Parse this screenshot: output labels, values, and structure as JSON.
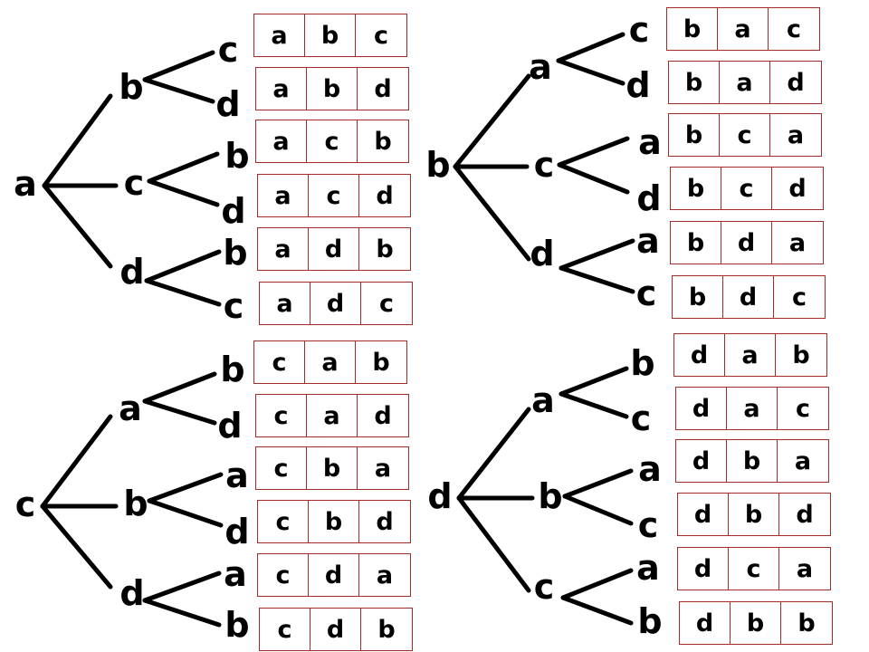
{
  "trees": [
    {
      "root": "a",
      "branches": [
        {
          "label": "b",
          "leaves": [
            "c",
            "d"
          ]
        },
        {
          "label": "c",
          "leaves": [
            "b",
            "d"
          ]
        },
        {
          "label": "d",
          "leaves": [
            "b",
            "c"
          ]
        }
      ],
      "outcomes": [
        [
          "a",
          "b",
          "c"
        ],
        [
          "a",
          "b",
          "d"
        ],
        [
          "a",
          "c",
          "b"
        ],
        [
          "a",
          "c",
          "d"
        ],
        [
          "a",
          "d",
          "b"
        ],
        [
          "a",
          "d",
          "c"
        ]
      ]
    },
    {
      "root": "b",
      "branches": [
        {
          "label": "a",
          "leaves": [
            "c",
            "d"
          ]
        },
        {
          "label": "c",
          "leaves": [
            "a",
            "d"
          ]
        },
        {
          "label": "d",
          "leaves": [
            "a",
            "c"
          ]
        }
      ],
      "outcomes": [
        [
          "b",
          "a",
          "c"
        ],
        [
          "b",
          "a",
          "d"
        ],
        [
          "b",
          "c",
          "a"
        ],
        [
          "b",
          "c",
          "d"
        ],
        [
          "b",
          "d",
          "a"
        ],
        [
          "b",
          "d",
          "c"
        ]
      ]
    },
    {
      "root": "c",
      "branches": [
        {
          "label": "a",
          "leaves": [
            "b",
            "d"
          ]
        },
        {
          "label": "b",
          "leaves": [
            "a",
            "d"
          ]
        },
        {
          "label": "d",
          "leaves": [
            "a",
            "b"
          ]
        }
      ],
      "outcomes": [
        [
          "c",
          "a",
          "b"
        ],
        [
          "c",
          "a",
          "d"
        ],
        [
          "c",
          "b",
          "a"
        ],
        [
          "c",
          "b",
          "d"
        ],
        [
          "c",
          "d",
          "a"
        ],
        [
          "c",
          "d",
          "b"
        ]
      ]
    },
    {
      "root": "d",
      "branches": [
        {
          "label": "a",
          "leaves": [
            "b",
            "c"
          ]
        },
        {
          "label": "b",
          "leaves": [
            "a",
            "c"
          ]
        },
        {
          "label": "c",
          "leaves": [
            "a",
            "b"
          ]
        }
      ],
      "outcomes": [
        [
          "d",
          "a",
          "b"
        ],
        [
          "d",
          "a",
          "c"
        ],
        [
          "d",
          "b",
          "a"
        ],
        [
          "d",
          "b",
          "d"
        ],
        [
          "d",
          "c",
          "a"
        ],
        [
          "d",
          "b",
          "b"
        ]
      ]
    }
  ]
}
